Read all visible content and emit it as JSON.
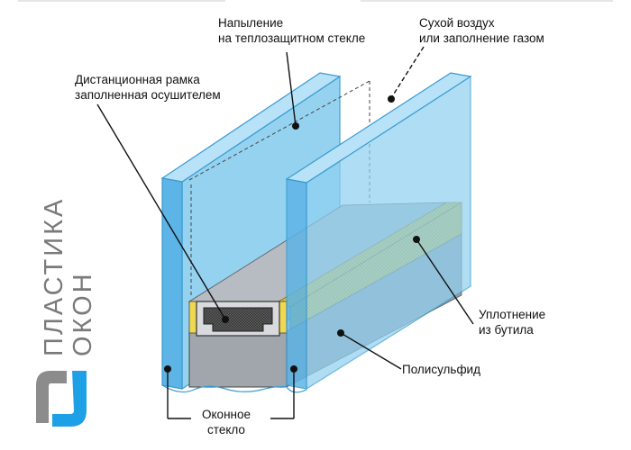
{
  "labels": {
    "coating": [
      "Напыление",
      "на теплозащитном стекле"
    ],
    "dry_air": [
      "Сухой воздух",
      "или заполнение газом"
    ],
    "spacer": [
      "Дистанционная рамка",
      "заполненная осушителем"
    ],
    "butyl": [
      "Уплотнение",
      "из бутила"
    ],
    "polysulfide": [
      "Полисульфид"
    ],
    "glass": [
      "Оконное",
      "стекло"
    ]
  },
  "brand": {
    "line1": "ПЛАСТИКА",
    "line2": "ОКОН",
    "accent_color": "#1ea0e6",
    "logo_color": "#8c8c8c"
  },
  "colors": {
    "glass_fill": "#8fd0f0",
    "glass_edge": "#3a9ad0",
    "butyl": "#e2c84a",
    "polysulfide": "#9aa0a6",
    "spacer": "#6e6e6e",
    "leader_line": "#111111"
  }
}
